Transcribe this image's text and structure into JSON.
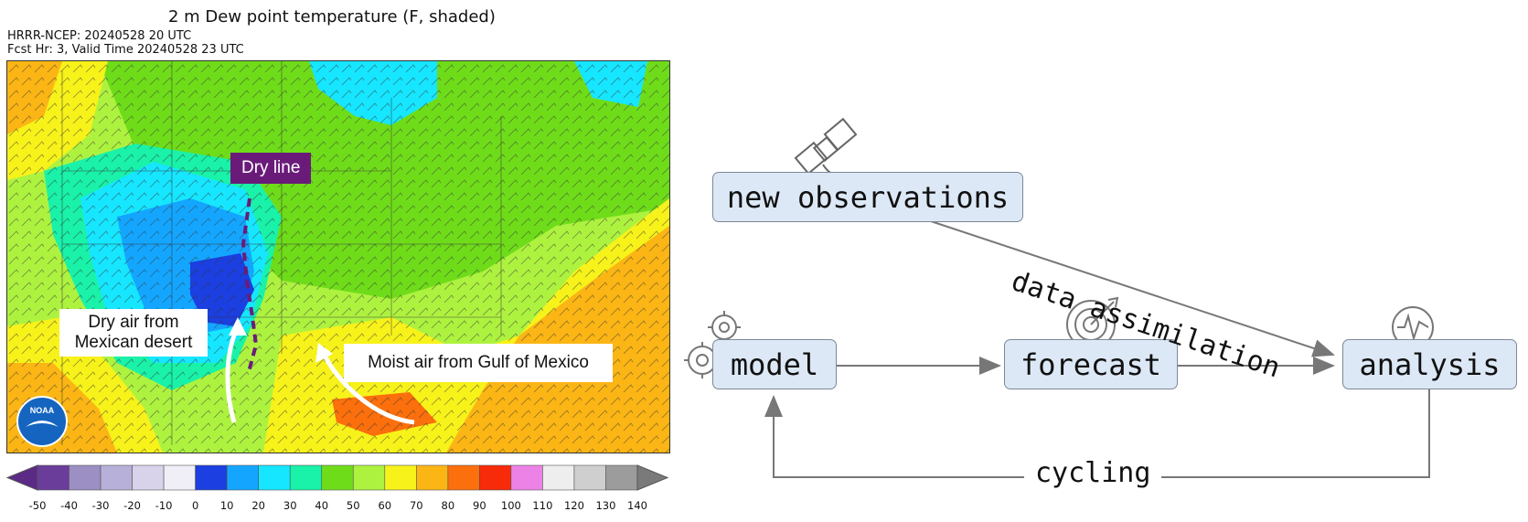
{
  "map_panel": {
    "title": "2 m Dew point temperature (F, shaded)",
    "subtitle_1": "HRRR-NCEP: 20240528 20 UTC",
    "subtitle_2": "Fcst Hr: 3, Valid Time 20240528 23 UTC",
    "annotations": {
      "dry_line": "Dry line",
      "dry_air_line1": "Dry air from",
      "dry_air_line2": "Mexican desert",
      "moist_air": "Moist air from Gulf of Mexico"
    },
    "logo_text": "NOAA",
    "colorbar": {
      "ticks": [
        "-50",
        "-40",
        "-30",
        "-20",
        "-10",
        "0",
        "10",
        "20",
        "30",
        "40",
        "50",
        "60",
        "70",
        "80",
        "90",
        "100",
        "110",
        "120",
        "130",
        "140"
      ],
      "colors": [
        "#6a3d9a",
        "#9c8fc4",
        "#b7b0d8",
        "#d8d3ea",
        "#f0eef6",
        "#1b3fe0",
        "#14a6ff",
        "#16e6ff",
        "#19f2a8",
        "#6fdc1a",
        "#aef240",
        "#f7f21a",
        "#fbb514",
        "#fb6f0c",
        "#f72a09",
        "#ec82e6",
        "#eeeeee",
        "#cfcfcf",
        "#9c9c9c"
      ],
      "low_extend_color": "#5b2a86",
      "high_extend_color": "#7a7a7a"
    }
  },
  "diagram": {
    "nodes": {
      "new_observations": "new observations",
      "model": "model",
      "forecast": "forecast",
      "analysis": "analysis"
    },
    "edges": {
      "data_assimilation": "data assimilation",
      "cycling": "cycling"
    },
    "icons": [
      "satellite-icon",
      "gears-icon",
      "target-icon",
      "chart-magnifier-icon"
    ],
    "colors": {
      "node_fill": "#dce8f5",
      "node_border": "#7d8896",
      "arrow": "#777777"
    }
  }
}
